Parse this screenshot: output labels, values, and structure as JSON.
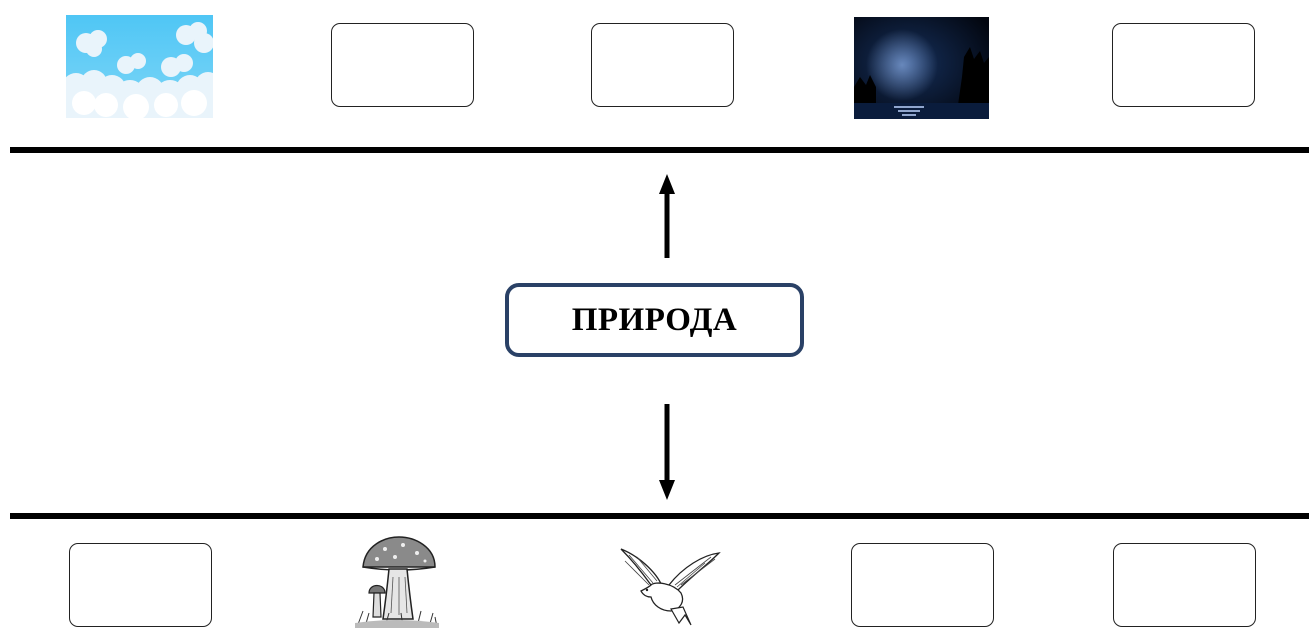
{
  "center": {
    "label": "ПРИРОДА"
  },
  "top_row": [
    {
      "kind": "image",
      "icon": "sky-clouds-icon"
    },
    {
      "kind": "empty-box"
    },
    {
      "kind": "empty-box"
    },
    {
      "kind": "image",
      "icon": "night-moon-icon"
    },
    {
      "kind": "empty-box"
    }
  ],
  "bottom_row": [
    {
      "kind": "empty-box"
    },
    {
      "kind": "image",
      "icon": "mushroom-icon"
    },
    {
      "kind": "image",
      "icon": "dove-icon"
    },
    {
      "kind": "empty-box"
    },
    {
      "kind": "empty-box"
    }
  ],
  "colors": {
    "center_border": "#2a4166",
    "lines": "#000000"
  }
}
